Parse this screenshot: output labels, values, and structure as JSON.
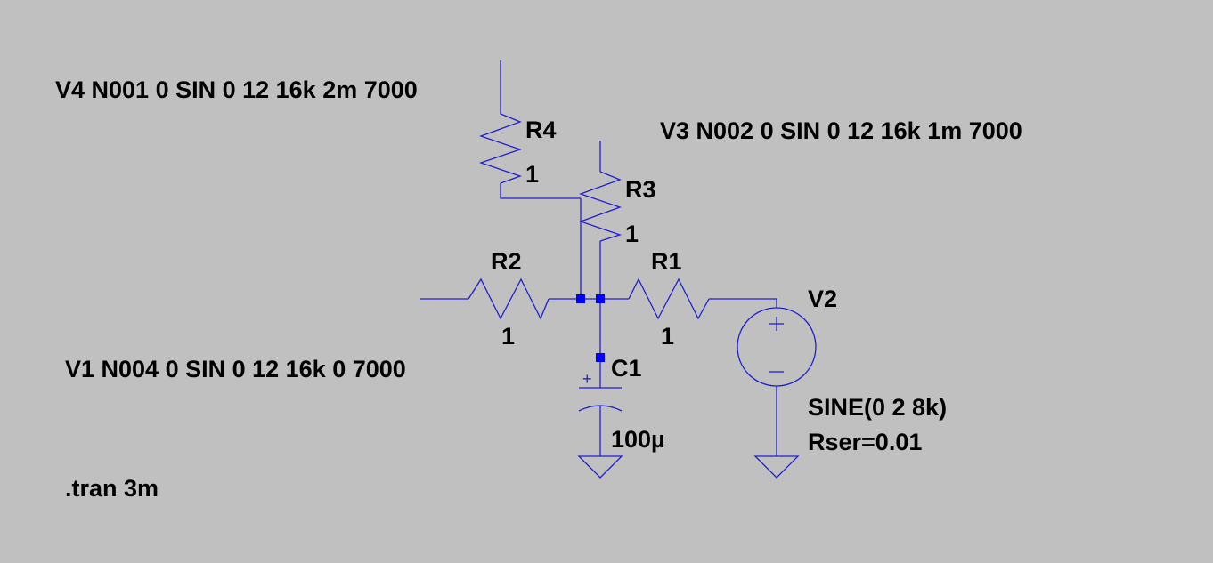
{
  "spice_directives": {
    "v4": "V4 N001 0 SIN 0 12 16k 2m 7000",
    "v3": "V3 N002 0 SIN 0 12 16k 1m 7000",
    "v1": "V1 N004 0 SIN 0 12 16k 0 7000",
    "tran": ".tran 3m"
  },
  "components": {
    "r4": {
      "name": "R4",
      "value": "1"
    },
    "r3": {
      "name": "R3",
      "value": "1"
    },
    "r2": {
      "name": "R2",
      "value": "1"
    },
    "r1": {
      "name": "R1",
      "value": "1"
    },
    "c1": {
      "name": "C1",
      "value": "100µ",
      "polarity": "+"
    },
    "v2": {
      "name": "V2",
      "value": "SINE(0 2 8k)",
      "rser": "Rser=0.01",
      "plus": "+",
      "minus": "−"
    }
  },
  "colors": {
    "background": "#c0c0c0",
    "wire": "#1f1fd0",
    "junction": "#0000ff",
    "text": "#000000"
  }
}
